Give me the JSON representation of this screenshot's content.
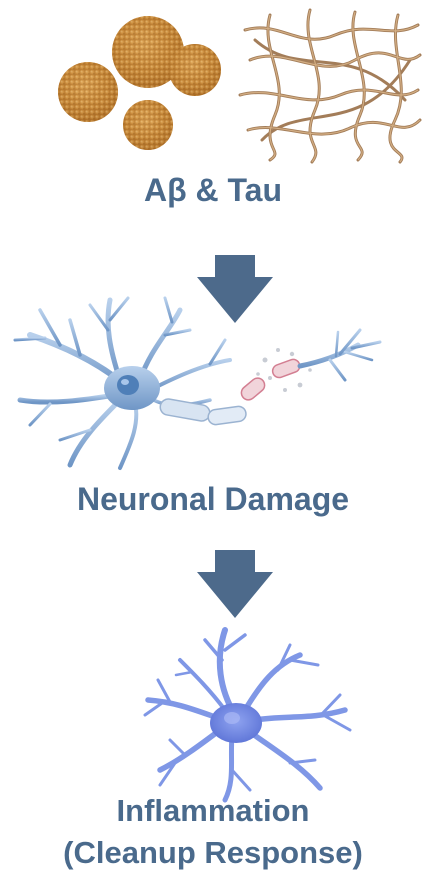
{
  "colors": {
    "label": "#4a6a8c",
    "arrow": "#4d6a8b",
    "plaque": "#c98a3a",
    "tangle": "#9a7048",
    "neuron": "#8fb3dc",
    "microglia": "#7f97e6"
  },
  "steps": [
    {
      "label": "Aβ & Tau",
      "image": "amyloid-plaques-and-tau-tangles"
    },
    {
      "label": "Neuronal Damage",
      "image": "damaged-neuron"
    },
    {
      "label": "Inflammation",
      "label_line2": "(Cleanup Response)",
      "image": "microglia"
    }
  ],
  "arrows": [
    "down-arrow-icon",
    "down-arrow-icon"
  ]
}
